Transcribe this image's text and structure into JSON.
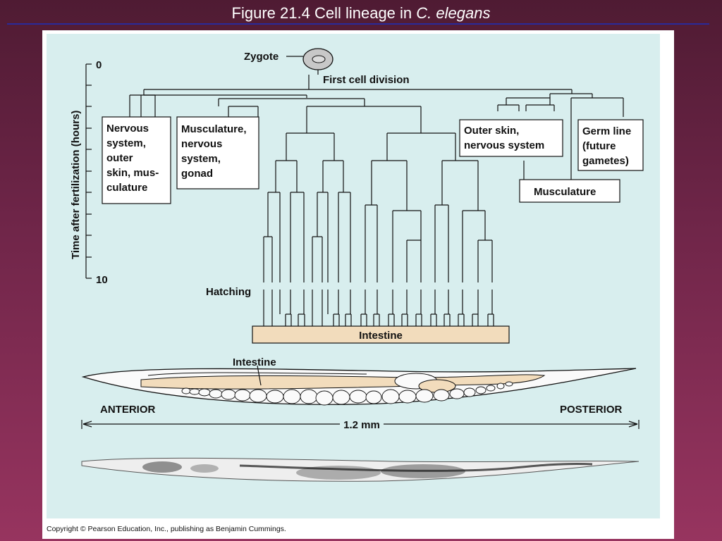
{
  "slide": {
    "title_prefix": "Figure 21.4  Cell lineage in ",
    "title_species": "C. elegans"
  },
  "figure": {
    "zygote_label": "Zygote",
    "first_division_label": "First cell division",
    "time_axis": {
      "label": "Time after fertilization (hours)",
      "tick_start": "0",
      "tick_end": "10"
    },
    "boxes": [
      {
        "id": "nervous",
        "lines": [
          "Nervous",
          "system,",
          "outer",
          "skin, mus-",
          "culature"
        ]
      },
      {
        "id": "musculature-gonad",
        "lines": [
          "Musculature,",
          "nervous",
          "system,",
          "gonad"
        ]
      },
      {
        "id": "outer-skin",
        "lines": [
          "Outer skin,",
          "nervous system"
        ]
      },
      {
        "id": "germ-line",
        "lines": [
          "Germ line",
          "(future",
          "gametes)"
        ]
      },
      {
        "id": "musculature",
        "lines": [
          "Musculature"
        ]
      }
    ],
    "hatching_label": "Hatching",
    "intestine_bar_label": "Intestine",
    "worm_intestine_label": "Intestine",
    "anterior_label": "ANTERIOR",
    "posterior_label": "POSTERIOR",
    "scale_label": "1.2 mm",
    "copyright": "Copyright © Pearson Education, Inc., publishing as Benjamin Cummings."
  },
  "colors": {
    "panel": "#d8eeee",
    "intestine": "#f2dcbc",
    "zygote": "#c8c8c8"
  }
}
